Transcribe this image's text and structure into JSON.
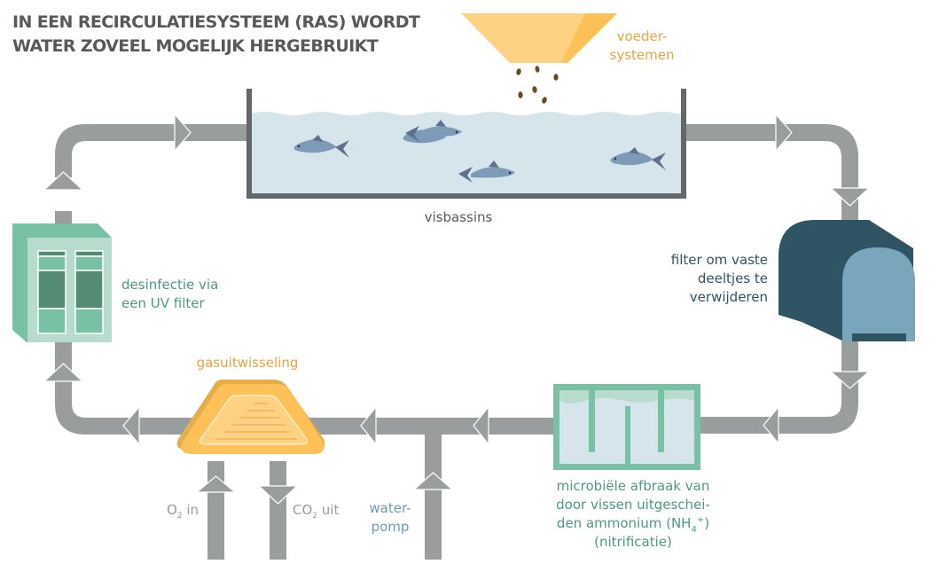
{
  "title": {
    "line1": "IN EEN RECIRCULATIESYSTEEM (RAS) WORDT",
    "line2": "WATER ZOVEEL MOGELIJK HERGEBRUIKT"
  },
  "colors": {
    "title": "#58595b",
    "pipe": "#9a9d9e",
    "orange_text": "#e8a444",
    "teal_text": "#4f9a80",
    "dark_teal_text": "#2f5464",
    "blue_text": "#6e9bb3",
    "gray_text": "#6d6e70",
    "water": "#d6e4ec",
    "tank_border": "#636769"
  },
  "components": {
    "feeder": {
      "line1": "voeder-",
      "line2": "systemen"
    },
    "tank": {
      "label": "visbassins"
    },
    "solids_filter": {
      "line1": "filter om vaste",
      "line2": "deeltjes te",
      "line3": "verwijderen"
    },
    "biofilter": {
      "line1": "microbiële afbraak van",
      "line2": "door vissen uitgeschei-",
      "line3_pre": "den ammonium (NH",
      "line3_sub": "4",
      "line3_sup": "+",
      "line3_post": ")",
      "line4": "(nitrificatie)"
    },
    "pump": {
      "line1": "water-",
      "line2": "pomp"
    },
    "gas_exchange": {
      "label": "gasuitwisseling",
      "o2_pre": "O",
      "o2_sub": "2",
      "o2_post": " in",
      "co2_pre": "CO",
      "co2_sub": "2",
      "co2_post": " uit"
    },
    "uv": {
      "line1": "desinfectie via",
      "line2": "een UV filter"
    }
  }
}
